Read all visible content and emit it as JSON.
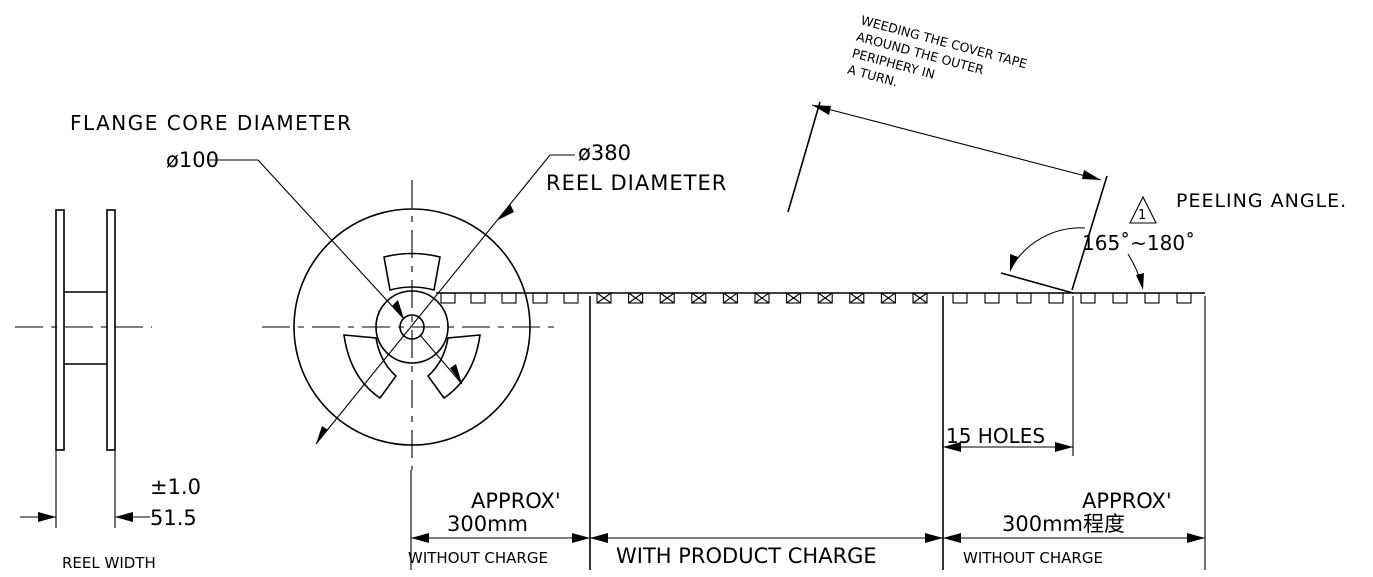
{
  "labels": {
    "flange_core_diameter": "FLANGE CORE DIAMETER",
    "core_dim": "ø100",
    "reel_dim": "ø380",
    "reel_diameter": "REEL DIAMETER",
    "tolerance": "±1.0",
    "reel_width_value": "51.5",
    "reel_width": "REEL WIDTH",
    "weeding_note": [
      "WEEDING THE COVER TAPE",
      "AROUND THE OUTER",
      "PERIPHERY IN",
      "A TURN."
    ],
    "note_marker": "1",
    "peeling_angle": "PEELING ANGLE.",
    "peeling_range": "165˚~180˚",
    "fifteen_holes": "15 HOLES",
    "approx_left": "APPROX'",
    "length_left": "300mm",
    "approx_right": "APPROX'",
    "length_right": "300mm程度",
    "without_charge_left": "WITHOUT CHARGE",
    "with_product_charge": "WITH PRODUCT CHARGE",
    "without_charge_right": "WITHOUT CHARGE"
  }
}
